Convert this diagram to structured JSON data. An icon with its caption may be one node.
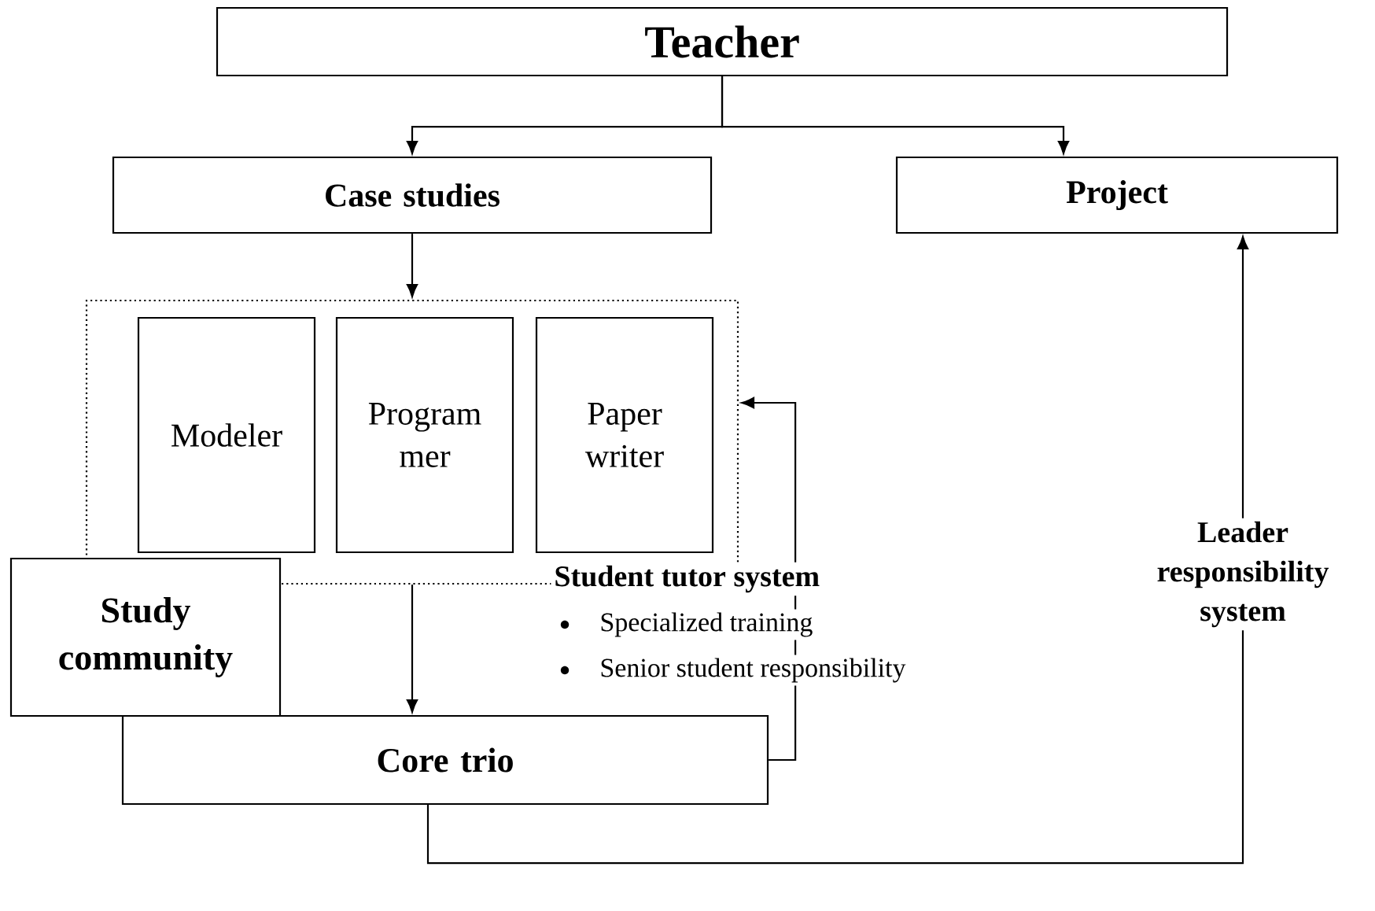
{
  "diagram": {
    "nodes": [
      {
        "text": [
          "Teacher"
        ]
      },
      {
        "text": [
          "Case studies"
        ]
      },
      {
        "text": [
          "Project"
        ]
      },
      {
        "text": [],
        "shape": "box"
      },
      {
        "text": [
          "Modeler"
        ],
        "in": 3
      },
      {
        "text": [
          "Program mer"
        ],
        "in": 3
      },
      {
        "text": [
          "Paper writer"
        ],
        "in": 3
      },
      {
        "text": [
          "Study community"
        ]
      },
      {
        "text": [
          "Core trio"
        ]
      }
    ],
    "edges": [
      {
        "from": 0,
        "to": 1,
        "arrow": "to"
      },
      {
        "from": 0,
        "to": 2,
        "arrow": "to"
      },
      {
        "from": 1,
        "to": 3,
        "arrow": "to"
      },
      {
        "from": 3,
        "to": 8,
        "arrow": "to"
      },
      {
        "from": 8,
        "to": 3,
        "arrow": "to",
        "label": "Student tutor system"
      },
      {
        "from": 8,
        "to": 2,
        "arrow": "to",
        "label": "Leader responsibility system"
      }
    ],
    "labels": [
      "Specialized training",
      "Senior student responsibility"
    ]
  }
}
